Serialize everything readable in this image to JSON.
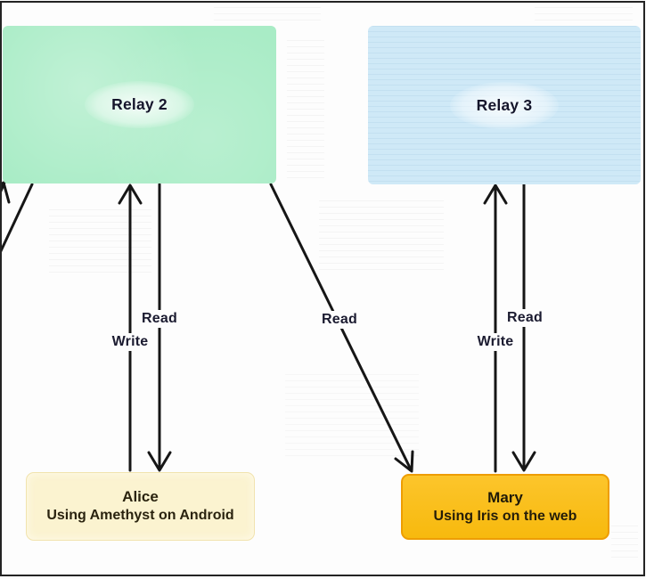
{
  "nodes": {
    "relay2": {
      "label": "Relay 2",
      "fill": "#a9ecc6"
    },
    "relay3": {
      "label": "Relay 3",
      "fill": "#cfe9f7"
    },
    "alice": {
      "name": "Alice",
      "description": "Using Amethyst on Android",
      "fill": "#fbf3d0"
    },
    "mary": {
      "name": "Mary",
      "description": "Using Iris on the web",
      "fill": "#fcbd0e",
      "border_color": "#ee9d02"
    }
  },
  "edges": {
    "alice_write_relay2": {
      "label": "Write"
    },
    "relay2_read_alice": {
      "label": "Read"
    },
    "relay2_read_mary": {
      "label": "Read"
    },
    "mary_write_relay3": {
      "label": "Write"
    },
    "relay3_read_mary": {
      "label": "Read"
    }
  },
  "colors": {
    "arrow": "#161616",
    "text": "#1b1b30",
    "background": "#fdfdfd",
    "frame_border": "#232323"
  }
}
